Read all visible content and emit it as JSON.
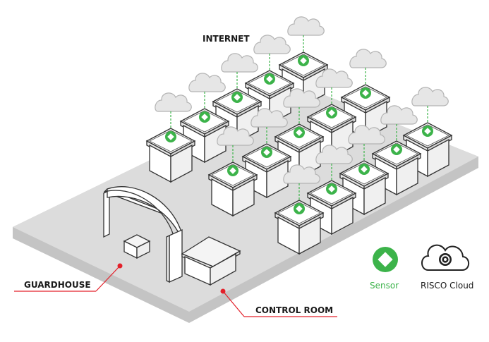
{
  "labels": {
    "internet": "INTERNET",
    "guardhouse": "GUARDHOUSE",
    "control_room": "CONTROL ROOM"
  },
  "legend": {
    "sensor_label": "Sensor",
    "cloud_label": "RISCO Cloud"
  },
  "colors": {
    "sensor_green": "#3cb34a",
    "pointer_red": "#e3202a",
    "floor": "#dcdcdc",
    "cloud": "#e6e6e6",
    "outline": "#333333"
  },
  "icons": {
    "sensor": "sensor-icon",
    "cloud": "cloud-icon"
  }
}
